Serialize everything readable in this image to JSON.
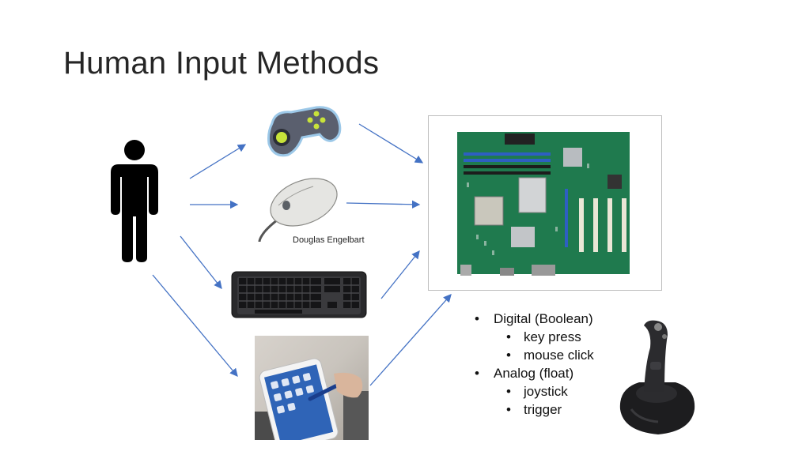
{
  "slide": {
    "title": "Human Input Methods",
    "mouse_caption": "Douglas Engelbart",
    "bullets": [
      {
        "label": "Digital (Boolean)",
        "sub": [
          "key press",
          "mouse click"
        ]
      },
      {
        "label": "Analog (float)",
        "sub": [
          "joystick",
          "trigger"
        ]
      }
    ]
  },
  "colors": {
    "arrow": "#4472c4",
    "board": "#1f7a4e"
  }
}
